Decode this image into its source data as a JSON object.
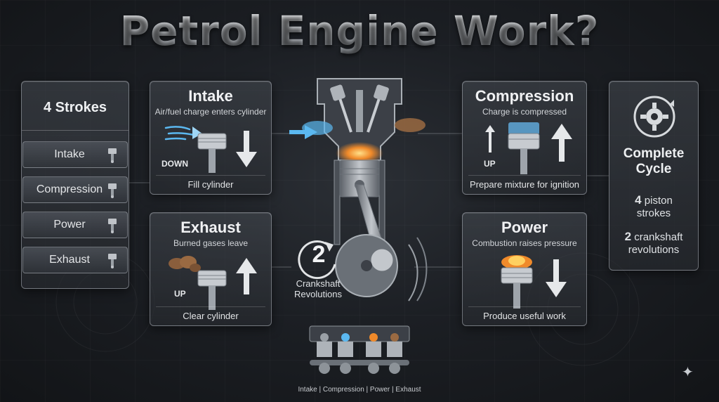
{
  "title": "Petrol Engine Work?",
  "strokes_panel": {
    "heading": "4 Strokes",
    "items": [
      "Intake",
      "Compression",
      "Power",
      "Exhaust"
    ]
  },
  "cards": {
    "intake": {
      "title": "Intake",
      "subtitle": "Air/fuel charge enters cylinder",
      "direction": "DOWN",
      "footer": "Fill cylinder"
    },
    "compression": {
      "title": "Compression",
      "subtitle": "Charge is compressed",
      "direction": "UP",
      "footer": "Prepare mixture for ignition"
    },
    "exhaust": {
      "title": "Exhaust",
      "subtitle": "Burned gases leave",
      "direction": "UP",
      "footer": "Clear cylinder"
    },
    "power": {
      "title": "Power",
      "subtitle": "Combustion raises pressure",
      "footer": "Produce useful work"
    }
  },
  "crankshaft": {
    "number": "2",
    "label_line1": "Crankshaft",
    "label_line2": "Revolutions"
  },
  "cycle": {
    "title_line1": "Complete",
    "title_line2": "Cycle",
    "stat1_num": "4",
    "stat1_text": "piston",
    "stat1_text2": "strokes",
    "stat2_num": "2",
    "stat2_text": "crankshaft",
    "stat2_text2": "revolutions"
  },
  "bottom_caption": "Intake | Compression | Power | Exhaust",
  "colors": {
    "accent_blue": "#5bb8f0",
    "flame": "#f08a2a",
    "exhaust_brown": "#9a6a42",
    "metal": "#b8bcc2"
  },
  "icons": [
    "piston-icon",
    "gear-cycle-icon",
    "arrow-up-icon",
    "arrow-down-icon",
    "sparkle-icon"
  ]
}
